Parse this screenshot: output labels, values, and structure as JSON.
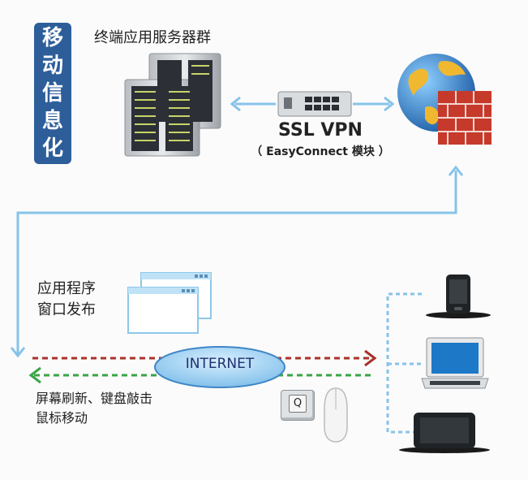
{
  "sidebar": {
    "vertical_label_chars": [
      "移",
      "动",
      "信",
      "息",
      "化"
    ]
  },
  "labels": {
    "server_cluster": "终端应用服务器群",
    "ssl_vpn": "SSL VPN",
    "vpn_module": "（ EasyConnect 模块 ）",
    "app_publish_line1": "应用程序",
    "app_publish_line2": "窗口发布",
    "refresh_line1": "屏幕刷新、键盘敲击",
    "refresh_line2": "鼠标移动",
    "internet": "INTERNET",
    "keyboard_key": "Q"
  },
  "colors": {
    "badge": "#2d5e9a",
    "link_blue": "#86c3ea",
    "arrow_red": "#a8322a",
    "arrow_green": "#3aa544",
    "internet_cloud": "#8dc7ef",
    "firewall": "#c0392b",
    "globe": "#2f6fb5"
  },
  "icons": [
    "server-cluster-icon",
    "network-switch-icon",
    "globe-firewall-icon",
    "app-windows-icon",
    "keyboard-key-icon",
    "mouse-icon",
    "smartphone-icon",
    "laptop-icon",
    "tablet-icon"
  ]
}
